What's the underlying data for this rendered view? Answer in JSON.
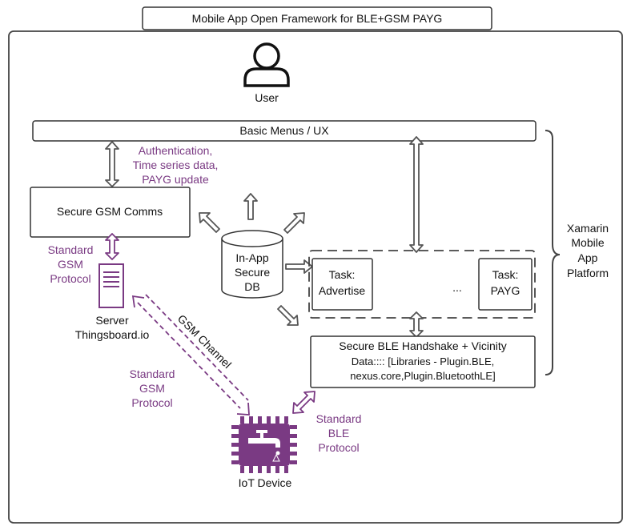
{
  "title": "Mobile App Open Framework for BLE+GSM PAYG",
  "user_label": "User",
  "menus_label": "Basic Menus / UX",
  "auth_label": [
    "Authentication,",
    "Time series data,",
    "PAYG update"
  ],
  "gsm_comms_label": "Secure GSM Comms",
  "db_label": [
    "In-App",
    "Secure",
    "DB"
  ],
  "task_advertise": [
    "Task:",
    "Advertise"
  ],
  "task_ellipsis": "...",
  "task_payg": [
    "Task:",
    "PAYG"
  ],
  "ble_box": [
    "Secure BLE Handshake + Vicinity",
    "Data:::: [Libraries - Plugin.BLE,",
    "nexus.core,Plugin.BluetoothLE]"
  ],
  "platform_label": [
    "Xamarin",
    "Mobile",
    "App",
    "Platform"
  ],
  "std_gsm_top": [
    "Standard",
    "GSM",
    "Protocol"
  ],
  "server_label": [
    "Server",
    "Thingsboard.io"
  ],
  "gsm_channel_label": "GSM Channel",
  "std_gsm_bottom": [
    "Standard",
    "GSM",
    "Protocol"
  ],
  "std_ble": [
    "Standard",
    "BLE",
    "Protocol"
  ],
  "iot_label": "IoT Device",
  "colors": {
    "accent": "#7a3a83",
    "stroke": "#333333"
  },
  "icons": [
    "user-icon",
    "server-icon",
    "iot-chip-icon"
  ]
}
